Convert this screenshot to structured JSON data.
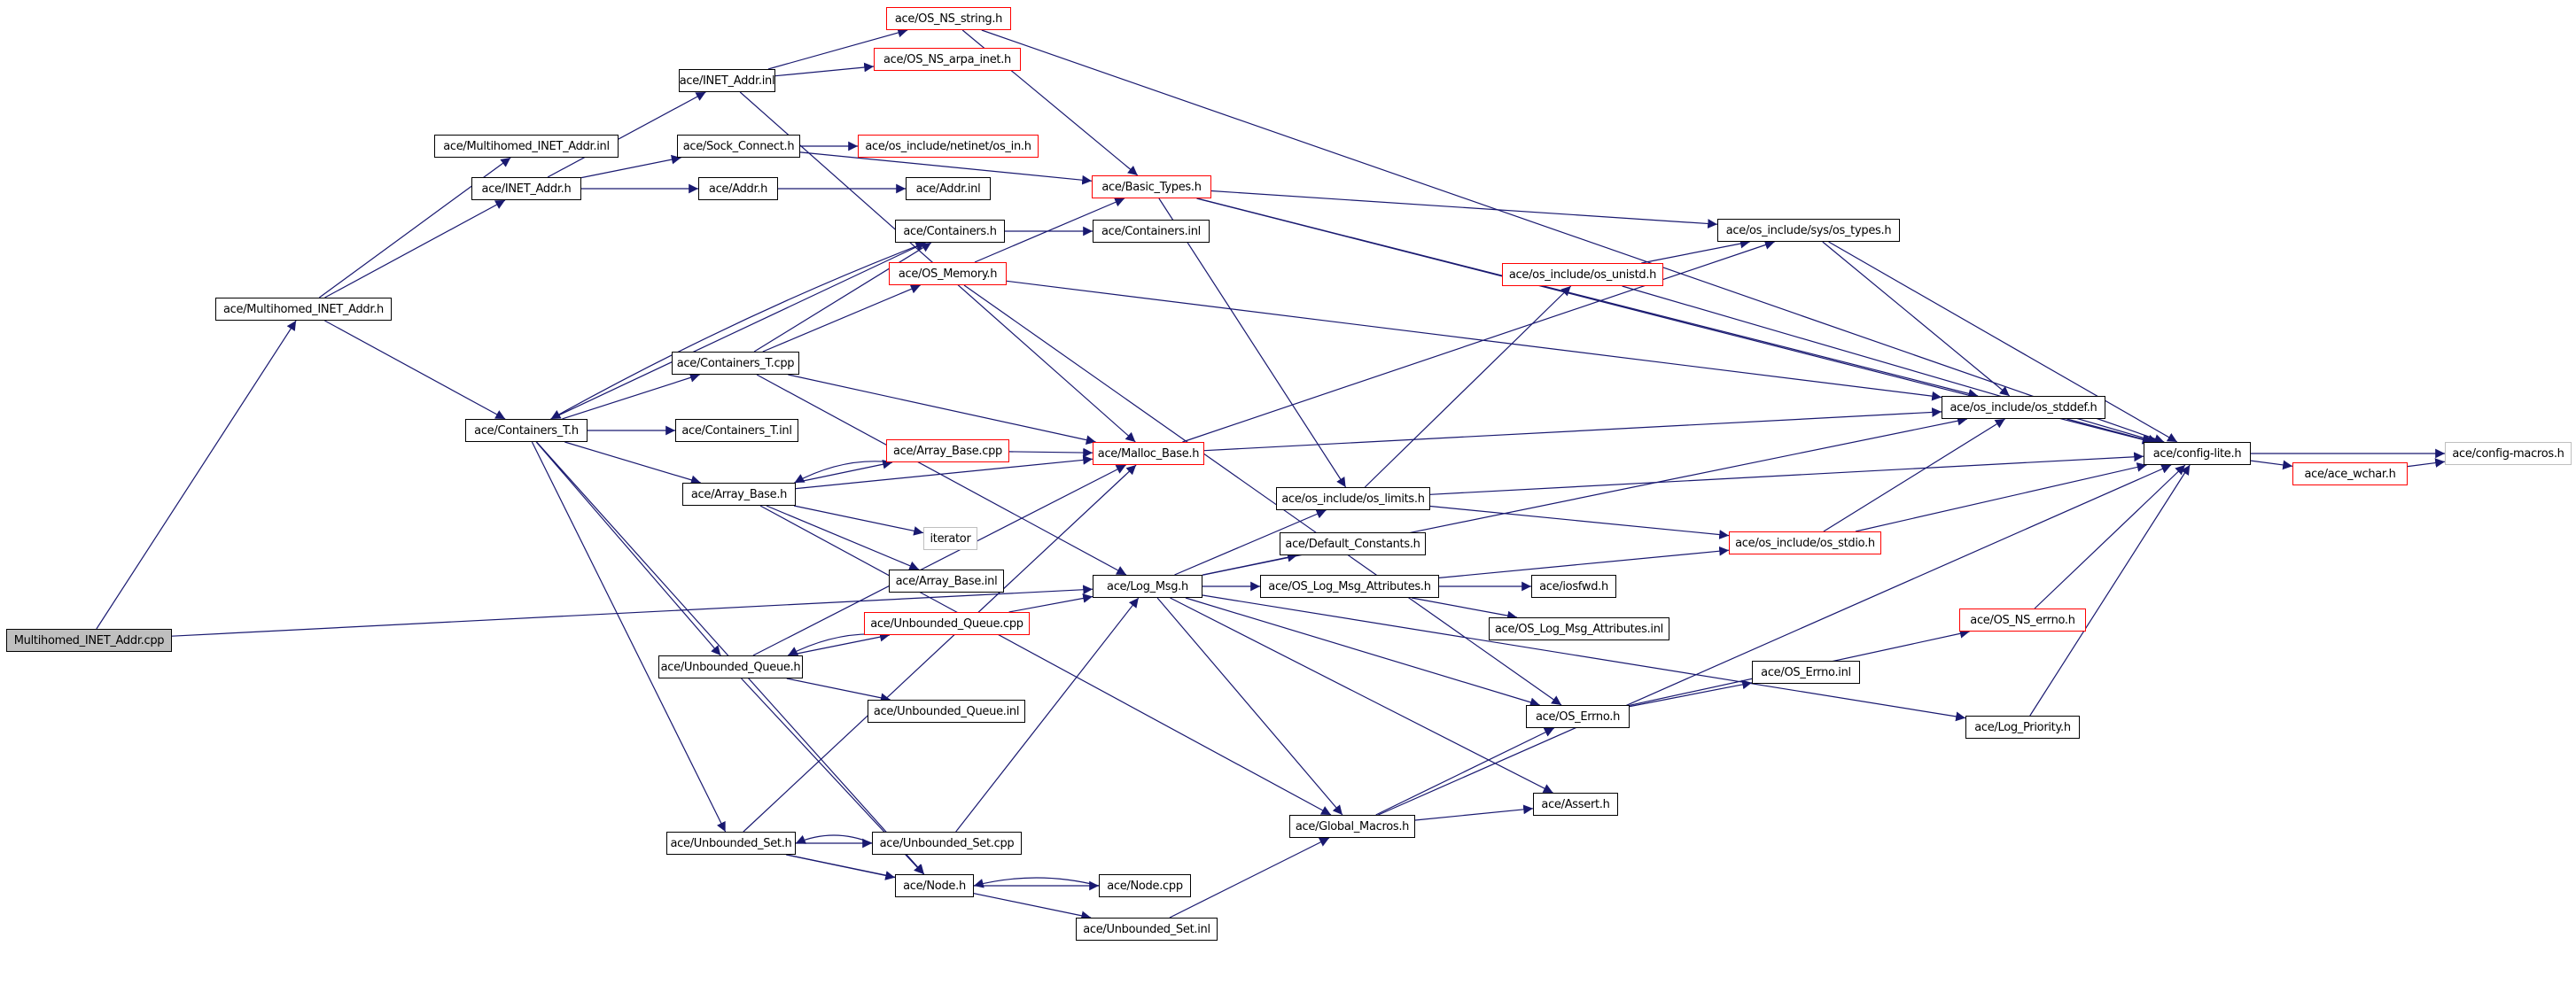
{
  "title": "Include dependency graph for Multihomed_INET_Addr.cpp",
  "colors": {
    "edge": "#191970",
    "node_border": "#000000",
    "incomplete_border": "#ff0000",
    "external_border": "#bfbfbf",
    "root_fill": "#bfbfbf"
  },
  "legend_kinds": {
    "root": "file being documented",
    "normal": "documented include",
    "red": "truncated/incomplete graph",
    "gray": "undocumented/external"
  },
  "nodes": [
    {
      "id": "root",
      "label": "Multihomed_INET_Addr.cpp",
      "kind": "root"
    },
    {
      "id": "mh_h",
      "label": "ace/Multihomed_INET_Addr.h",
      "kind": "normal"
    },
    {
      "id": "mh_inl",
      "label": "ace/Multihomed_INET_Addr.inl",
      "kind": "normal"
    },
    {
      "id": "inet_h",
      "label": "ace/INET_Addr.h",
      "kind": "normal"
    },
    {
      "id": "inet_inl",
      "label": "ace/INET_Addr.inl",
      "kind": "normal"
    },
    {
      "id": "ns_string",
      "label": "ace/OS_NS_string.h",
      "kind": "red"
    },
    {
      "id": "ns_arpa",
      "label": "ace/OS_NS_arpa_inet.h",
      "kind": "red"
    },
    {
      "id": "sock",
      "label": "ace/Sock_Connect.h",
      "kind": "normal"
    },
    {
      "id": "os_in",
      "label": "ace/os_include/netinet/os_in.h",
      "kind": "red"
    },
    {
      "id": "addr_h",
      "label": "ace/Addr.h",
      "kind": "normal"
    },
    {
      "id": "addr_inl",
      "label": "ace/Addr.inl",
      "kind": "normal"
    },
    {
      "id": "basic",
      "label": "ace/Basic_Types.h",
      "kind": "red"
    },
    {
      "id": "cont_h",
      "label": "ace/Containers.h",
      "kind": "normal"
    },
    {
      "id": "cont_inl",
      "label": "ace/Containers.inl",
      "kind": "normal"
    },
    {
      "id": "osmem",
      "label": "ace/OS_Memory.h",
      "kind": "red"
    },
    {
      "id": "contT_cpp",
      "label": "ace/Containers_T.cpp",
      "kind": "normal"
    },
    {
      "id": "contT_h",
      "label": "ace/Containers_T.h",
      "kind": "normal"
    },
    {
      "id": "contT_inl",
      "label": "ace/Containers_T.inl",
      "kind": "normal"
    },
    {
      "id": "ab_cpp",
      "label": "ace/Array_Base.cpp",
      "kind": "red"
    },
    {
      "id": "malloc",
      "label": "ace/Malloc_Base.h",
      "kind": "red"
    },
    {
      "id": "ab_h",
      "label": "ace/Array_Base.h",
      "kind": "normal"
    },
    {
      "id": "iterator",
      "label": "iterator",
      "kind": "gray"
    },
    {
      "id": "ab_inl",
      "label": "ace/Array_Base.inl",
      "kind": "normal"
    },
    {
      "id": "uq_cpp",
      "label": "ace/Unbounded_Queue.cpp",
      "kind": "red"
    },
    {
      "id": "logmsg",
      "label": "ace/Log_Msg.h",
      "kind": "normal"
    },
    {
      "id": "uq_h",
      "label": "ace/Unbounded_Queue.h",
      "kind": "normal"
    },
    {
      "id": "uq_inl",
      "label": "ace/Unbounded_Queue.inl",
      "kind": "normal"
    },
    {
      "id": "us_h",
      "label": "ace/Unbounded_Set.h",
      "kind": "normal"
    },
    {
      "id": "us_cpp",
      "label": "ace/Unbounded_Set.cpp",
      "kind": "normal"
    },
    {
      "id": "node_h",
      "label": "ace/Node.h",
      "kind": "normal"
    },
    {
      "id": "node_cpp",
      "label": "ace/Node.cpp",
      "kind": "normal"
    },
    {
      "id": "us_inl",
      "label": "ace/Unbounded_Set.inl",
      "kind": "normal"
    },
    {
      "id": "gmacros",
      "label": "ace/Global_Macros.h",
      "kind": "normal"
    },
    {
      "id": "assert",
      "label": "ace/Assert.h",
      "kind": "normal"
    },
    {
      "id": "limits",
      "label": "ace/os_include/os_limits.h",
      "kind": "normal"
    },
    {
      "id": "defconst",
      "label": "ace/Default_Constants.h",
      "kind": "normal"
    },
    {
      "id": "olma_h",
      "label": "ace/OS_Log_Msg_Attributes.h",
      "kind": "normal"
    },
    {
      "id": "iosfwd",
      "label": "ace/iosfwd.h",
      "kind": "normal"
    },
    {
      "id": "olma_inl",
      "label": "ace/OS_Log_Msg_Attributes.inl",
      "kind": "normal"
    },
    {
      "id": "errno_h",
      "label": "ace/OS_Errno.h",
      "kind": "normal"
    },
    {
      "id": "errno_inl",
      "label": "ace/OS_Errno.inl",
      "kind": "normal"
    },
    {
      "id": "unistd",
      "label": "ace/os_include/os_unistd.h",
      "kind": "red"
    },
    {
      "id": "types",
      "label": "ace/os_include/sys/os_types.h",
      "kind": "normal"
    },
    {
      "id": "stddef",
      "label": "ace/os_include/os_stddef.h",
      "kind": "normal"
    },
    {
      "id": "stdio",
      "label": "ace/os_include/os_stdio.h",
      "kind": "red"
    },
    {
      "id": "cfglite",
      "label": "ace/config-lite.h",
      "kind": "normal"
    },
    {
      "id": "wchar",
      "label": "ace/ace_wchar.h",
      "kind": "red"
    },
    {
      "id": "cfgmacros",
      "label": "ace/config-macros.h",
      "kind": "gray"
    },
    {
      "id": "nserrno",
      "label": "ace/OS_NS_errno.h",
      "kind": "red"
    },
    {
      "id": "logprio",
      "label": "ace/Log_Priority.h",
      "kind": "normal"
    }
  ],
  "edges": [
    [
      "root",
      "mh_h"
    ],
    [
      "root",
      "logmsg"
    ],
    [
      "mh_h",
      "mh_inl"
    ],
    [
      "mh_h",
      "inet_h"
    ],
    [
      "mh_h",
      "contT_h"
    ],
    [
      "inet_h",
      "inet_inl"
    ],
    [
      "inet_h",
      "sock"
    ],
    [
      "inet_h",
      "addr_h"
    ],
    [
      "inet_inl",
      "ns_string"
    ],
    [
      "inet_inl",
      "ns_arpa"
    ],
    [
      "inet_inl",
      "malloc"
    ],
    [
      "ns_string",
      "basic"
    ],
    [
      "ns_string",
      "cfglite"
    ],
    [
      "sock",
      "os_in"
    ],
    [
      "sock",
      "basic"
    ],
    [
      "addr_h",
      "addr_inl"
    ],
    [
      "basic",
      "types"
    ],
    [
      "basic",
      "cfglite"
    ],
    [
      "basic",
      "limits"
    ],
    [
      "basic",
      "stddef"
    ],
    [
      "cont_h",
      "cont_inl"
    ],
    [
      "cont_h",
      "contT_h"
    ],
    [
      "osmem",
      "basic"
    ],
    [
      "osmem",
      "stddef"
    ],
    [
      "osmem",
      "errno_h"
    ],
    [
      "contT_h",
      "cont_h"
    ],
    [
      "contT_h",
      "contT_cpp"
    ],
    [
      "contT_h",
      "contT_inl"
    ],
    [
      "contT_h",
      "ab_h"
    ],
    [
      "contT_h",
      "uq_h"
    ],
    [
      "contT_h",
      "us_h"
    ],
    [
      "contT_h",
      "node_h"
    ],
    [
      "contT_cpp",
      "cont_h"
    ],
    [
      "contT_cpp",
      "osmem"
    ],
    [
      "contT_cpp",
      "malloc"
    ],
    [
      "contT_cpp",
      "logmsg"
    ],
    [
      "ab_h",
      "ab_cpp"
    ],
    [
      "ab_h",
      "malloc"
    ],
    [
      "ab_h",
      "iterator"
    ],
    [
      "ab_h",
      "ab_inl"
    ],
    [
      "ab_h",
      "gmacros"
    ],
    [
      "ab_cpp",
      "ab_h"
    ],
    [
      "ab_cpp",
      "malloc"
    ],
    [
      "malloc",
      "types"
    ],
    [
      "malloc",
      "stddef"
    ],
    [
      "uq_h",
      "uq_cpp"
    ],
    [
      "uq_h",
      "uq_inl"
    ],
    [
      "uq_h",
      "node_h"
    ],
    [
      "uq_h",
      "malloc"
    ],
    [
      "uq_cpp",
      "uq_h"
    ],
    [
      "uq_cpp",
      "logmsg"
    ],
    [
      "us_h",
      "us_cpp"
    ],
    [
      "us_h",
      "node_h"
    ],
    [
      "us_h",
      "us_inl"
    ],
    [
      "us_h",
      "malloc"
    ],
    [
      "us_cpp",
      "us_h"
    ],
    [
      "us_cpp",
      "logmsg"
    ],
    [
      "node_h",
      "node_cpp"
    ],
    [
      "node_cpp",
      "node_h"
    ],
    [
      "us_inl",
      "gmacros"
    ],
    [
      "logmsg",
      "limits"
    ],
    [
      "logmsg",
      "defconst"
    ],
    [
      "logmsg",
      "olma_h"
    ],
    [
      "logmsg",
      "gmacros"
    ],
    [
      "logmsg",
      "assert"
    ],
    [
      "logmsg",
      "errno_h"
    ],
    [
      "logmsg",
      "logprio"
    ],
    [
      "logmsg",
      "stddef"
    ],
    [
      "limits",
      "unistd"
    ],
    [
      "limits",
      "stdio"
    ],
    [
      "limits",
      "cfglite"
    ],
    [
      "olma_h",
      "iosfwd"
    ],
    [
      "olma_h",
      "olma_inl"
    ],
    [
      "olma_h",
      "stdio"
    ],
    [
      "gmacros",
      "assert"
    ],
    [
      "gmacros",
      "errno_h"
    ],
    [
      "gmacros",
      "cfglite"
    ],
    [
      "errno_h",
      "errno_inl"
    ],
    [
      "errno_h",
      "nserrno"
    ],
    [
      "unistd",
      "types"
    ],
    [
      "unistd",
      "cfglite"
    ],
    [
      "types",
      "stddef"
    ],
    [
      "types",
      "cfglite"
    ],
    [
      "stddef",
      "cfglite"
    ],
    [
      "stdio",
      "stddef"
    ],
    [
      "stdio",
      "cfglite"
    ],
    [
      "cfglite",
      "wchar"
    ],
    [
      "cfglite",
      "cfgmacros"
    ],
    [
      "wchar",
      "cfgmacros"
    ],
    [
      "nserrno",
      "cfglite"
    ],
    [
      "logprio",
      "cfglite"
    ]
  ]
}
